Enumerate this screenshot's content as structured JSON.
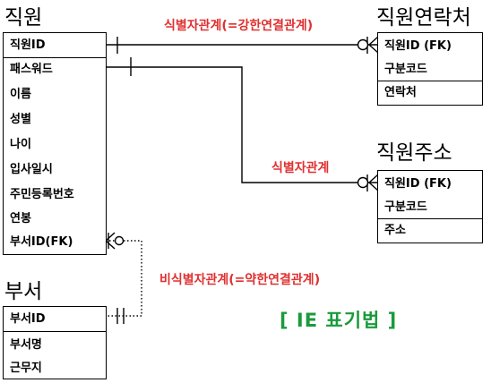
{
  "entities": {
    "employee": {
      "title": "직원",
      "pk": [
        "직원ID"
      ],
      "attrs": [
        "패스워드",
        "이름",
        "성별",
        "나이",
        "입사일시",
        "주민등록번호",
        "연봉",
        "부서ID(FK)"
      ]
    },
    "employee_contact": {
      "title": "직원연락처",
      "pk": [
        "직원ID (FK)",
        "구분코드"
      ],
      "attrs": [
        "연락처"
      ]
    },
    "employee_address": {
      "title": "직원주소",
      "pk": [
        "직원ID (FK)",
        "구분코드"
      ],
      "attrs": [
        "주소"
      ]
    },
    "department": {
      "title": "부서",
      "pk": [
        "부서ID"
      ],
      "attrs": [
        "부서명",
        "근무지"
      ]
    }
  },
  "relationships": {
    "contact": "식별자관계(=강한연결관계)",
    "address": "식별자관계",
    "department": "비식별자관계(=약한연결관계)"
  },
  "notation": "[ IE 표기법 ]",
  "colors": {
    "relation_label": "#e03030",
    "notation": "#1a9a3c"
  }
}
